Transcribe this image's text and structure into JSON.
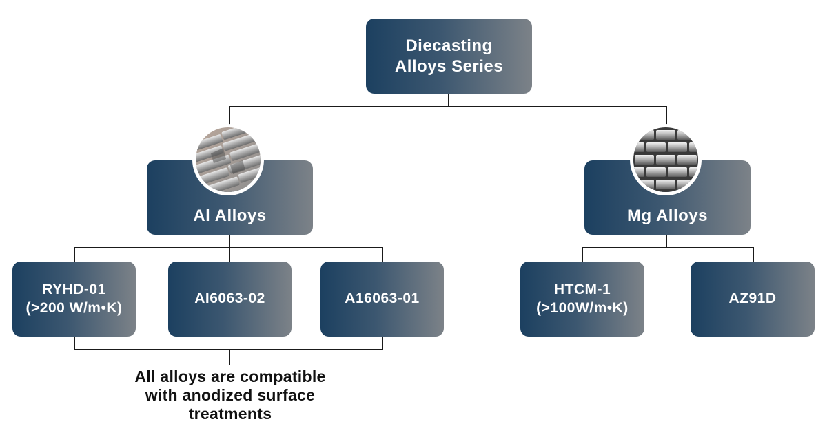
{
  "diagram": {
    "root": {
      "line1": "Diecasting",
      "line2": "Alloys Series"
    },
    "groups": [
      {
        "title": "Al Alloys",
        "image_icon": "aluminum-ingots-photo",
        "children": [
          {
            "line1": "RYHD-01",
            "line2": "(>200 W/m•K)"
          },
          {
            "line1": "AI6063-02"
          },
          {
            "line1": "A16063-01"
          }
        ]
      },
      {
        "title": "Mg Alloys",
        "image_icon": "magnesium-ingots-photo",
        "children": [
          {
            "line1": "HTCM-1",
            "line2": "(>100W/m•K)"
          },
          {
            "line1": "AZ91D"
          }
        ]
      }
    ],
    "note": {
      "line1": "All alloys are compatible",
      "line2": "with anodized surface",
      "line3": "treatments"
    },
    "colors": {
      "box_start": "#1c4060",
      "box_end": "#7c8288",
      "connector": "#1a1a1a",
      "text_on_box": "#ffffff",
      "note_text": "#111111"
    }
  }
}
